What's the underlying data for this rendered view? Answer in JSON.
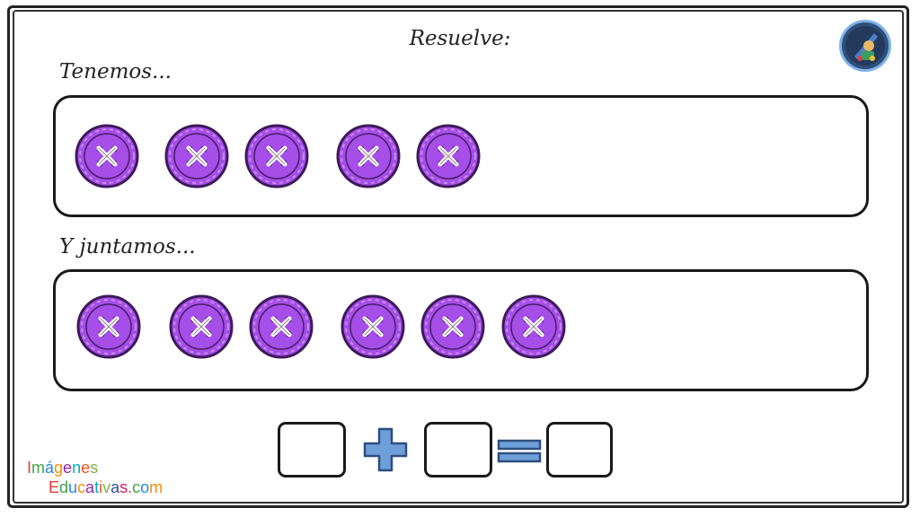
{
  "title": "Resuelve:",
  "section1": {
    "label": "Tenemos...",
    "button_count": 5
  },
  "section2": {
    "label": "Y juntamos...",
    "button_count": 6
  },
  "equation": {
    "operator": "plus-icon",
    "equals": "equals-icon",
    "answer_boxes": 3
  },
  "logo": {
    "line1": "Imágenes",
    "line2": "Educativas.com"
  },
  "colors": {
    "button_fill": "#a64ee8",
    "button_rim": "#3d1a5a",
    "operator": "#6f9fd8",
    "border": "#1a1a1a"
  },
  "badge_icon": "school-badge-icon"
}
